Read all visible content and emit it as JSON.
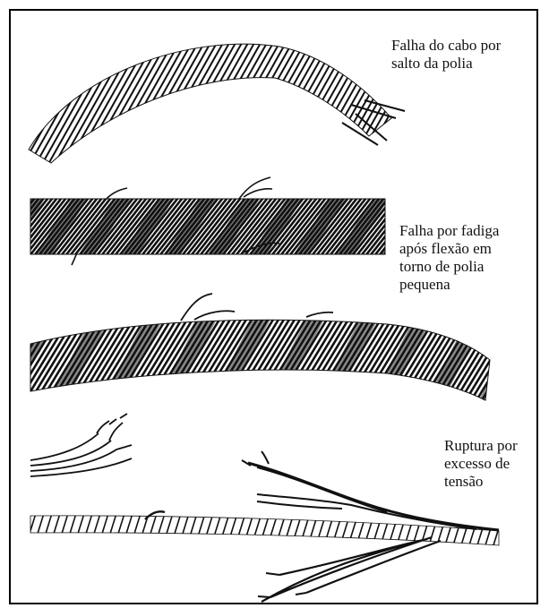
{
  "captions": {
    "sheave_jump": "Falha do cabo por\nsalto da polia",
    "fatigue": "Falha por fadiga\napós flexão em\ntorno de polia\npequena",
    "overload": "Ruptura por\nexcesso de\ntensão"
  },
  "colors": {
    "ink": "#111111",
    "paper": "#ffffff",
    "border": "#000000"
  }
}
